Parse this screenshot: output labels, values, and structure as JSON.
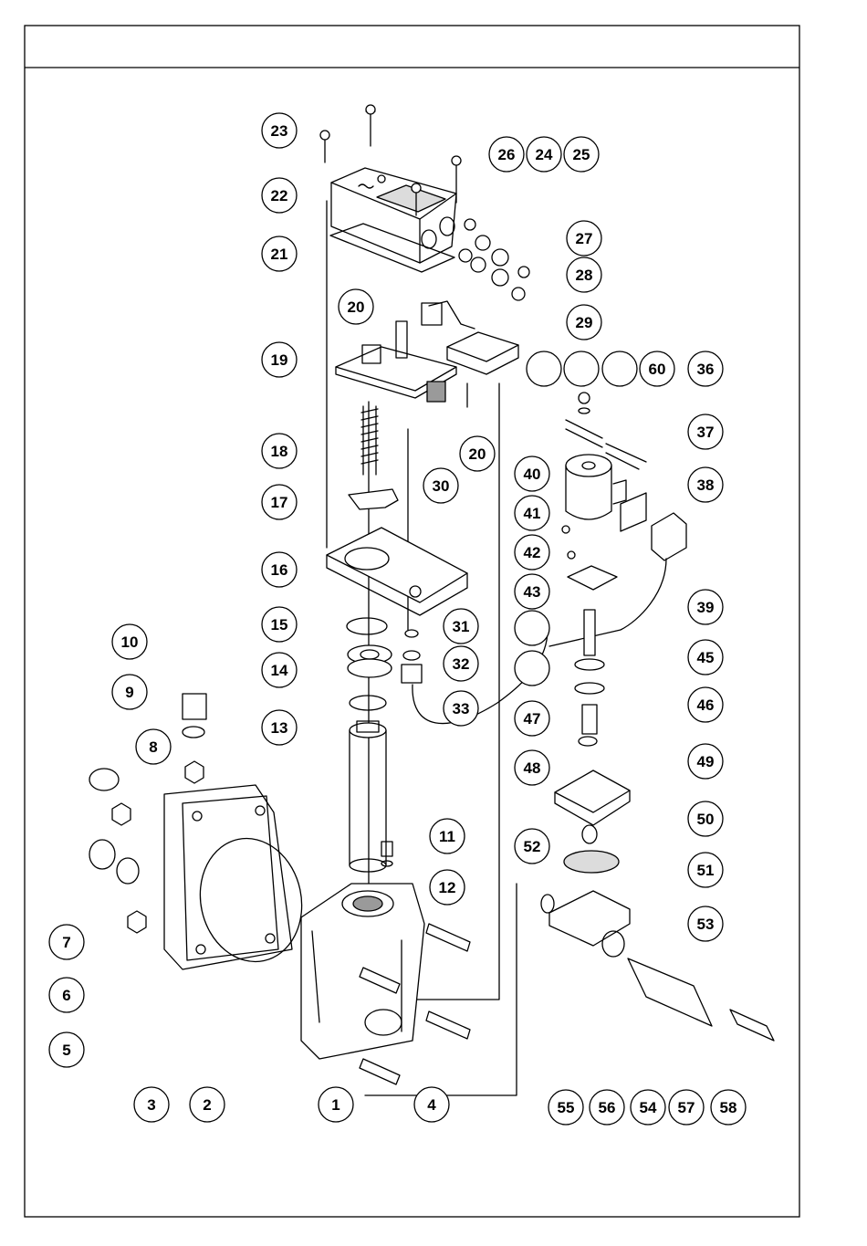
{
  "header": {
    "title": ""
  },
  "colors": {
    "ink": "#000000",
    "paper": "#ffffff",
    "shade": "#9a9a9a",
    "light": "#dcdcdc"
  },
  "callouts": [
    {
      "label": "1"
    },
    {
      "label": "2"
    },
    {
      "label": "3"
    },
    {
      "label": "4"
    },
    {
      "label": "5"
    },
    {
      "label": "6"
    },
    {
      "label": "7"
    },
    {
      "label": "8"
    },
    {
      "label": "9"
    },
    {
      "label": "10"
    },
    {
      "label": "11"
    },
    {
      "label": "12"
    },
    {
      "label": "13"
    },
    {
      "label": "14"
    },
    {
      "label": "15"
    },
    {
      "label": "16"
    },
    {
      "label": "17"
    },
    {
      "label": "18"
    },
    {
      "label": "19"
    },
    {
      "label": "20"
    },
    {
      "label": "20"
    },
    {
      "label": "21"
    },
    {
      "label": "22"
    },
    {
      "label": "23"
    },
    {
      "label": "24"
    },
    {
      "label": "25"
    },
    {
      "label": "26"
    },
    {
      "label": "27"
    },
    {
      "label": "28"
    },
    {
      "label": "29"
    },
    {
      "label": "30"
    },
    {
      "label": "31"
    },
    {
      "label": "32"
    },
    {
      "label": "33"
    },
    {
      "label": "36"
    },
    {
      "label": "37"
    },
    {
      "label": "38"
    },
    {
      "label": "39"
    },
    {
      "label": "40"
    },
    {
      "label": "41"
    },
    {
      "label": "42"
    },
    {
      "label": "43"
    },
    {
      "label": "45"
    },
    {
      "label": "46"
    },
    {
      "label": "47"
    },
    {
      "label": "48"
    },
    {
      "label": "49"
    },
    {
      "label": "50"
    },
    {
      "label": "51"
    },
    {
      "label": "52"
    },
    {
      "label": "53"
    },
    {
      "label": "54"
    },
    {
      "label": "55"
    },
    {
      "label": "56"
    },
    {
      "label": "57"
    },
    {
      "label": "58"
    },
    {
      "label": "60"
    },
    {
      "label": ""
    },
    {
      "label": ""
    },
    {
      "label": ""
    },
    {
      "label": ""
    },
    {
      "label": ""
    }
  ]
}
